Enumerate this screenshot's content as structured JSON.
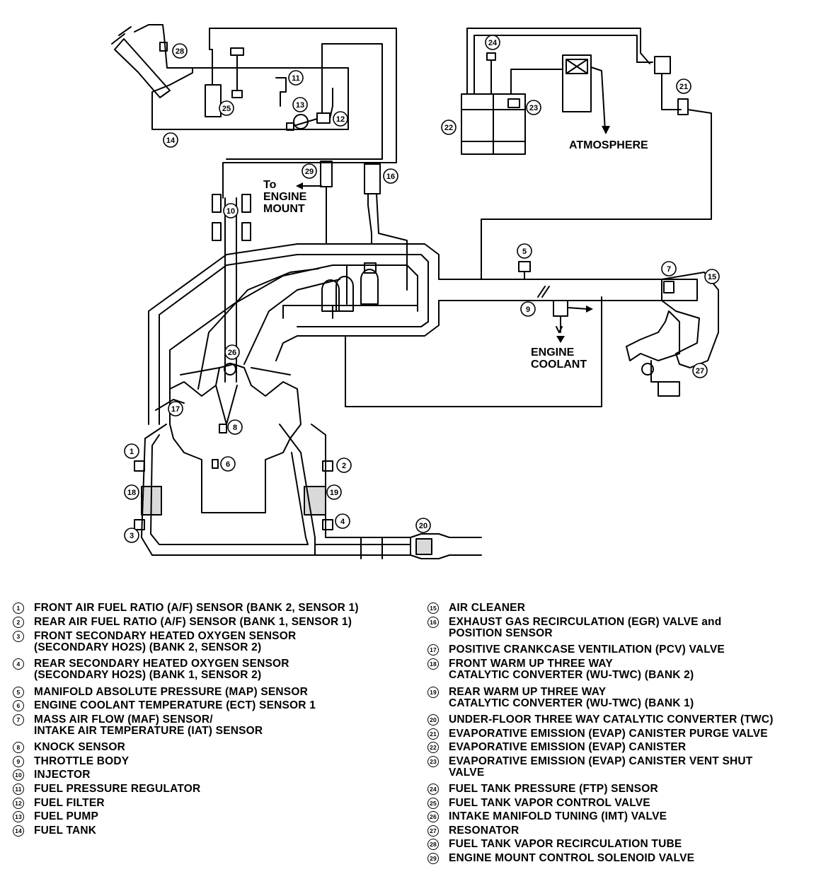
{
  "labels": {
    "atmosphere": "ATMOSPHERE",
    "to_engine_mount": [
      "To",
      "ENGINE",
      "MOUNT"
    ],
    "engine_coolant": [
      "ENGINE",
      "COOLANT"
    ]
  },
  "callouts": [
    "1",
    "2",
    "3",
    "4",
    "5",
    "6",
    "7",
    "8",
    "9",
    "10",
    "11",
    "12",
    "13",
    "14",
    "15",
    "16",
    "17",
    "18",
    "19",
    "20",
    "21",
    "22",
    "23",
    "24",
    "25",
    "26",
    "27",
    "28",
    "29"
  ],
  "legend": [
    {
      "n": "1",
      "text": "FRONT AIR FUEL RATIO (A/F) SENSOR (BANK 2, SENSOR 1)"
    },
    {
      "n": "2",
      "text": "REAR AIR FUEL RATIO (A/F) SENSOR (BANK 1, SENSOR 1)"
    },
    {
      "n": "3",
      "text": "FRONT SECONDARY HEATED OXYGEN SENSOR\n(SECONDARY HO2S) (BANK 2, SENSOR 2)"
    },
    {
      "n": "4",
      "text": "REAR SECONDARY HEATED OXYGEN SENSOR\n(SECONDARY HO2S) (BANK 1, SENSOR 2)"
    },
    {
      "n": "5",
      "text": "MANIFOLD ABSOLUTE PRESSURE (MAP) SENSOR"
    },
    {
      "n": "6",
      "text": "ENGINE COOLANT TEMPERATURE (ECT) SENSOR 1"
    },
    {
      "n": "7",
      "text": "MASS AIR FLOW (MAF) SENSOR/\nINTAKE AIR TEMPERATURE (IAT) SENSOR"
    },
    {
      "n": "8",
      "text": "KNOCK SENSOR"
    },
    {
      "n": "9",
      "text": "THROTTLE BODY"
    },
    {
      "n": "10",
      "text": "INJECTOR"
    },
    {
      "n": "11",
      "text": "FUEL PRESSURE REGULATOR"
    },
    {
      "n": "12",
      "text": "FUEL FILTER"
    },
    {
      "n": "13",
      "text": "FUEL PUMP"
    },
    {
      "n": "14",
      "text": "FUEL TANK"
    },
    {
      "n": "15",
      "text": "AIR CLEANER"
    },
    {
      "n": "16",
      "text": "EXHAUST GAS RECIRCULATION (EGR) VALVE and\nPOSITION SENSOR"
    },
    {
      "n": "17",
      "text": "POSITIVE CRANKCASE VENTILATION (PCV) VALVE"
    },
    {
      "n": "18",
      "text": "FRONT WARM UP THREE WAY\nCATALYTIC CONVERTER (WU-TWC) (BANK 2)"
    },
    {
      "n": "19",
      "text": "REAR WARM UP THREE WAY\nCATALYTIC CONVERTER (WU-TWC) (BANK 1)"
    },
    {
      "n": "20",
      "text": "UNDER-FLOOR THREE WAY CATALYTIC CONVERTER (TWC)"
    },
    {
      "n": "21",
      "text": "EVAPORATIVE EMISSION (EVAP) CANISTER PURGE VALVE"
    },
    {
      "n": "22",
      "text": "EVAPORATIVE EMISSION (EVAP) CANISTER"
    },
    {
      "n": "23",
      "text": "EVAPORATIVE EMISSION (EVAP) CANISTER VENT SHUT\nVALVE"
    },
    {
      "n": "24",
      "text": "FUEL TANK PRESSURE (FTP) SENSOR"
    },
    {
      "n": "25",
      "text": "FUEL TANK VAPOR CONTROL VALVE"
    },
    {
      "n": "26",
      "text": "INTAKE MANIFOLD TUNING (IMT) VALVE"
    },
    {
      "n": "27",
      "text": "RESONATOR"
    },
    {
      "n": "28",
      "text": "FUEL TANK VAPOR RECIRCULATION TUBE"
    },
    {
      "n": "29",
      "text": "ENGINE MOUNT CONTROL SOLENOID VALVE"
    }
  ]
}
